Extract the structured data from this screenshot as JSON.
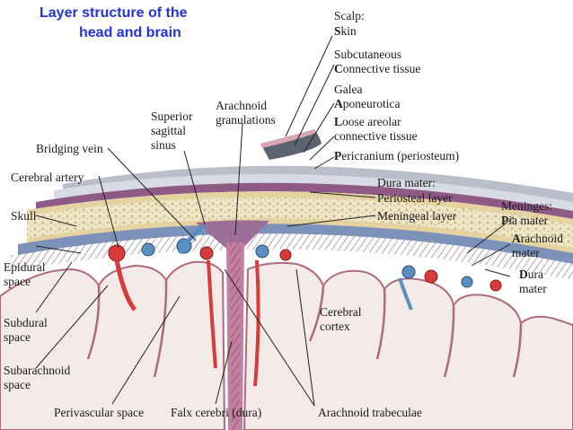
{
  "title": {
    "line1": "Layer structure of the",
    "line2": "head and brain"
  },
  "labels": {
    "scalp": "Scalp:",
    "skin_s": "S",
    "skin_rest": "kin",
    "subcutaneous": "Subcutaneous",
    "ct_c": "C",
    "ct_rest": "onnective tissue",
    "galea": "Galea",
    "apo_a": "A",
    "apo_rest": "poneurotica",
    "loose_l": "L",
    "loose_rest": "oose areolar",
    "loose2": "connective tissue",
    "peri_p": "P",
    "peri_rest": "ericranium (periosteum)",
    "superior": "Superior",
    "sagittal": "sagittal",
    "sinus": "sinus",
    "arachnoid_gran1": "Arachnoid",
    "arachnoid_gran2": "granulations",
    "bridging_vein": "Bridging vein",
    "cerebral_artery": "Cerebral artery",
    "skull": "Skull",
    "dura_mater": "Dura mater:",
    "periosteal_layer": "Periosteal layer",
    "meningeal_layer": "Meningeal layer",
    "meninges": "Meninges:",
    "pia_p": "P",
    "pia_rest": "ia mater",
    "arach_a": "A",
    "arach_rest": "rachnoid",
    "arach_mater": "mater",
    "dura_d": "D",
    "dura_rest": "ura",
    "dura_mater2": "mater",
    "epidural1": "Epidural",
    "epidural2": "space",
    "subdural1": "Subdural",
    "subdural2": "space",
    "subarachnoid1": "Subarachnoid",
    "subarachnoid2": "space",
    "cerebral1": "Cerebral",
    "cerebral2": "cortex",
    "perivascular": "Perivascular space",
    "falx": "Falx cerebri (dura)",
    "trabeculae": "Arachnoid trabeculae"
  },
  "colors": {
    "title": "#2233dd",
    "bone": "#efe6c8",
    "periosteum": "#8f5b86",
    "scalp_gray": "#59606e",
    "dura_blue": "#7d92b8",
    "brain": "#f3ebe8",
    "vessel_red": "#d93a3a",
    "vessel_blue": "#5a8fc4"
  }
}
